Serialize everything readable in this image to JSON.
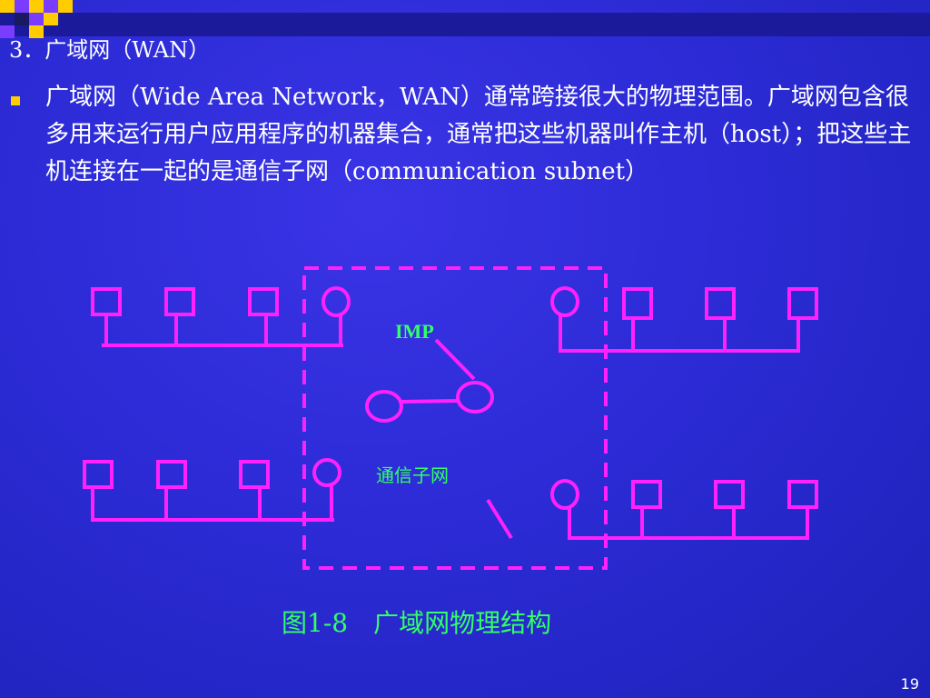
{
  "slide": {
    "heading": "3．广域网（WAN）",
    "paragraph": "广域网（Wide Area Network，WAN）通常跨接很大的物理范围。广域网包含很多用来运行用户应用程序的机器集合，通常把这些机器叫作主机（host）；把这些主机连接在一起的是通信子网（communication subnet）",
    "page_number": "19"
  },
  "diagram": {
    "label_imp": "IMP",
    "label_subnet": "通信子网",
    "caption": "图1-8　广域网物理结构",
    "colors": {
      "network": "#ff22ff",
      "label": "#33ff66",
      "heading_text": "#ffffff",
      "bullet": "#ffcc00"
    }
  }
}
